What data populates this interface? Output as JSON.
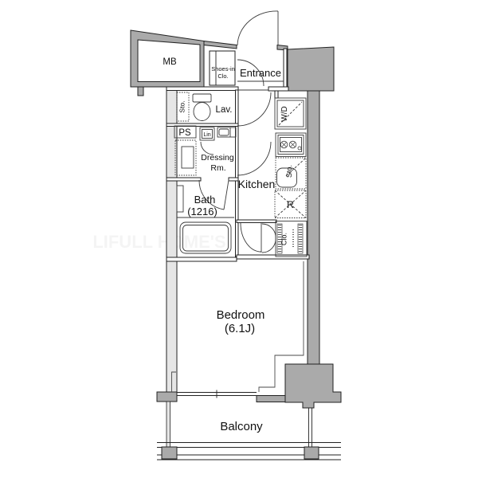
{
  "plan": {
    "type": "apartment-floor-plan",
    "rooms": {
      "mb": "MB",
      "shoes_closet_line1": "Shoes-in",
      "shoes_closet_line2": "Clo.",
      "entrance": "Entrance",
      "lavatory": "Lav.",
      "storage_toilet": "Sto.",
      "pipe_space": "PS",
      "linen": "Lin",
      "dressing_line1": "Dressing",
      "dressing_line2": "Rm.",
      "bath_line1": "Bath",
      "bath_line2": "(1216)",
      "kitchen": "Kitchen",
      "washer_dryer": "W/D",
      "storage_kitchen": "Sto.",
      "refrigerator": "R",
      "closet": "Clo.",
      "bedroom_line1": "Bedroom",
      "bedroom_line2": "(6.1J)",
      "balcony": "Balcony"
    },
    "watermark": "LIFULL HOME'S",
    "colors": {
      "wall_solid": "#aaaaaa",
      "wall_cavity": "#e6e6e6",
      "line": "#222222"
    }
  }
}
